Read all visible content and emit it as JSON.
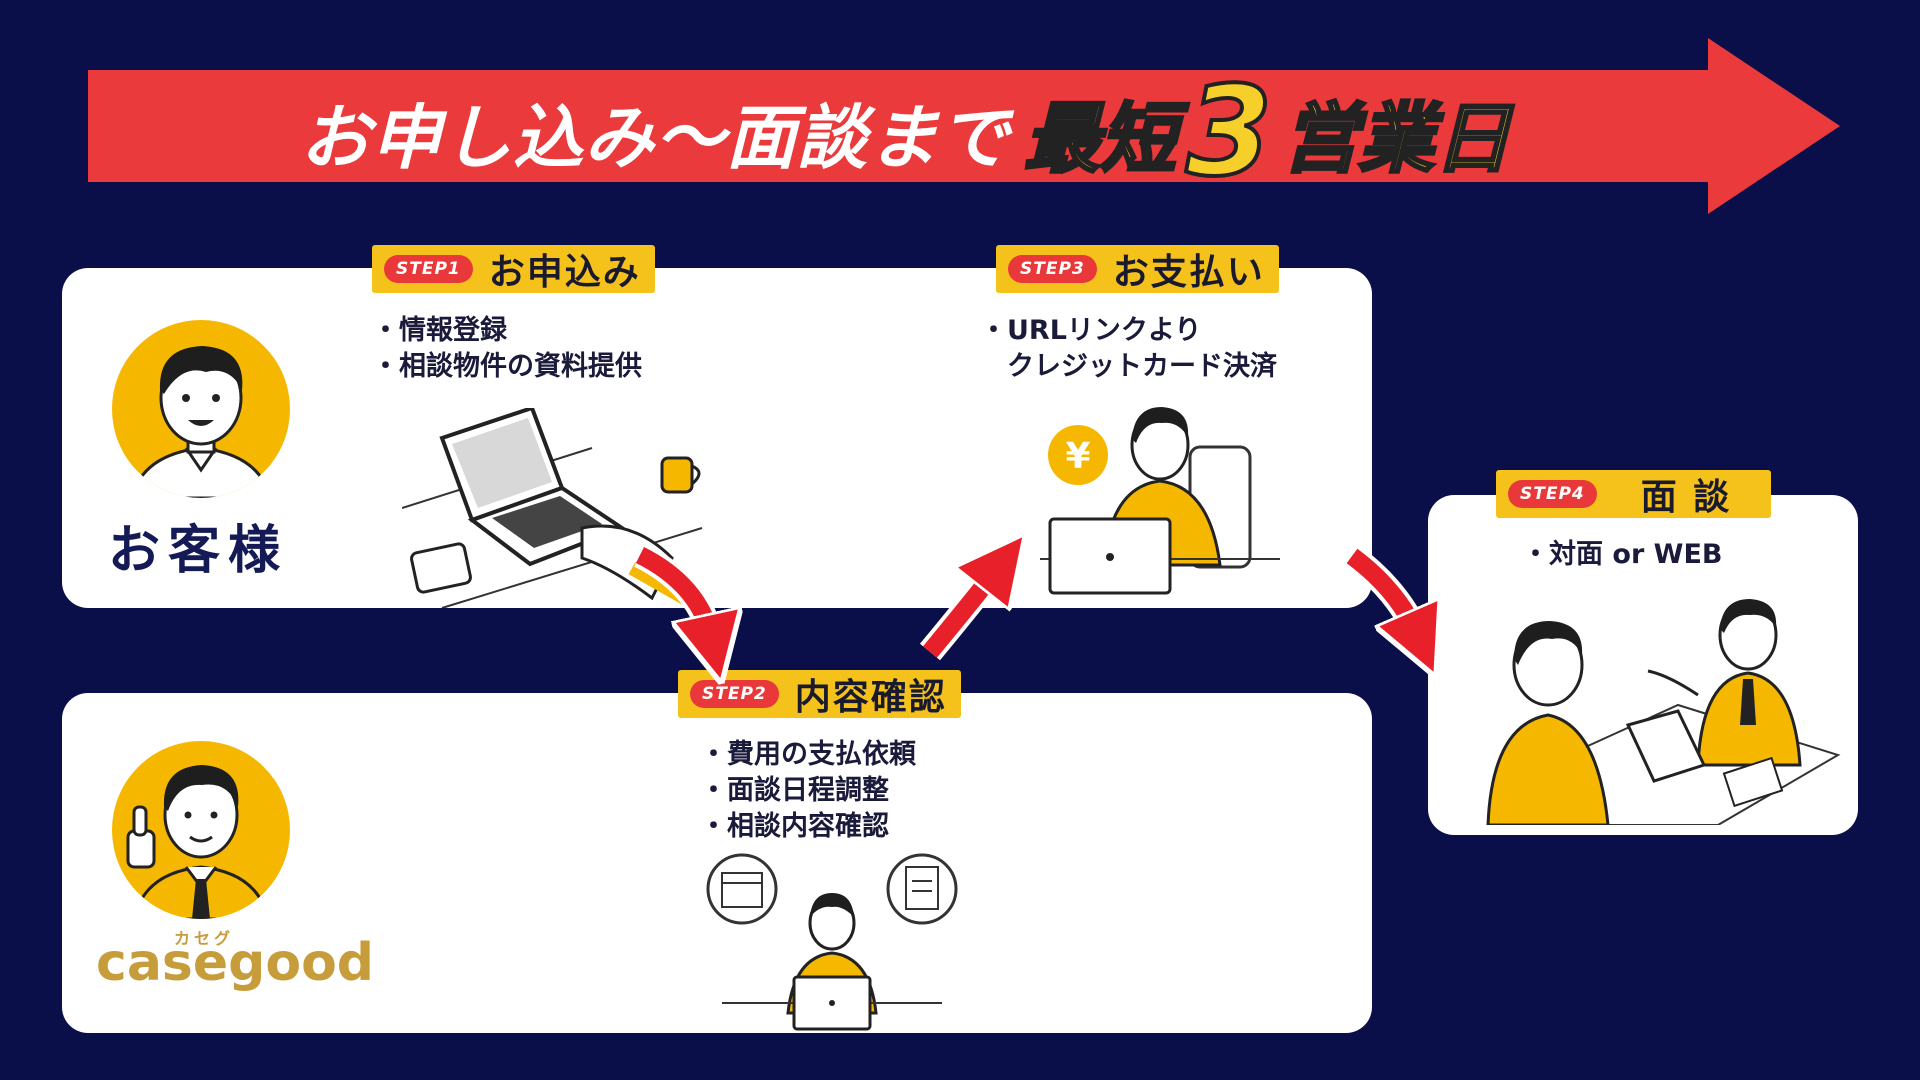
{
  "banner": {
    "main_text": "お申し込み〜面談まで",
    "highlight_prefix": "最短",
    "highlight_number": "3",
    "highlight_suffix": "営業日"
  },
  "customer": {
    "label": "お客様"
  },
  "company": {
    "logo_text": "casegood",
    "logo_ruby": "カセグ"
  },
  "steps": [
    {
      "tag": "STEP1",
      "title": "お申込み",
      "bullets": [
        "情報登録",
        "相談物件の資料提供"
      ]
    },
    {
      "tag": "STEP2",
      "title": "内容確認",
      "bullets": [
        "費用の支払依頼",
        "面談日程調整",
        "相談内容確認"
      ]
    },
    {
      "tag": "STEP3",
      "title": "お支払い",
      "bullets": [
        "URLリンクより",
        "クレジットカード決済"
      ]
    },
    {
      "tag": "STEP4",
      "title": "面 談",
      "bullets": [
        "対面 or WEB"
      ]
    }
  ],
  "icons": {
    "money": "yen-icon",
    "arrows": "curved-arrow-icon"
  },
  "colors": {
    "background": "#0a0f4a",
    "banner": "#ea3a3c",
    "accent_yellow": "#f5c11b",
    "step_red": "#e8383a"
  },
  "yen_symbol": "¥"
}
